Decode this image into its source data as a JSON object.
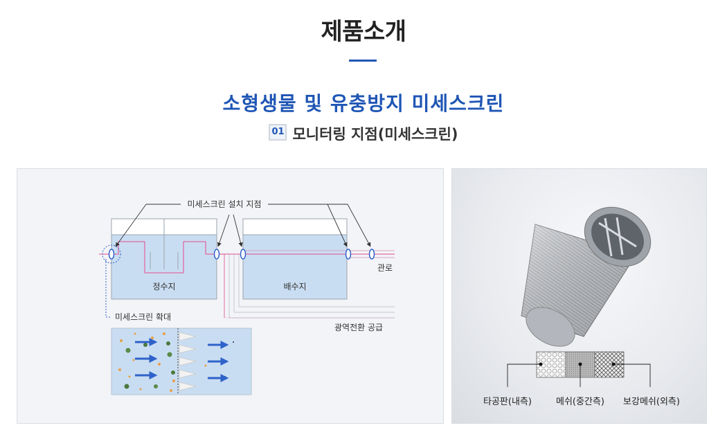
{
  "header": {
    "page_title": "제품소개",
    "section_title": "소형생물 및 유충방지 미세스크린",
    "subtitle_number": "01",
    "subtitle_text": "모니터링 지점(미세스크린)"
  },
  "diagram": {
    "install_points_label": "미세스크린 설치 지점",
    "tank_purification": "정수지",
    "tank_distribution": "배수지",
    "pipeline_label": "관로",
    "zoom_label": "미세스크린 확대",
    "wide_area_label": "광역전환 공급"
  },
  "product": {
    "layer_perforated": "타공판(내측)",
    "layer_mesh": "메쉬(중간측)",
    "layer_reinforced": "보강메쉬(외측)"
  },
  "colors": {
    "accent": "#1f56b5",
    "water": "#c9ddf2",
    "flow_line": "#e06aa4",
    "arrow": "#2f62c9"
  }
}
